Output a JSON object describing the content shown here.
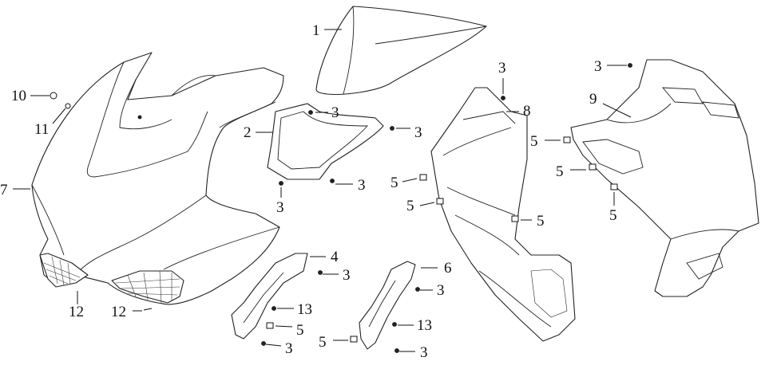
{
  "callouts": [
    {
      "key": "c1",
      "text": "1"
    },
    {
      "key": "c2",
      "text": "2"
    },
    {
      "key": "c3a",
      "text": "3"
    },
    {
      "key": "c3b",
      "text": "3"
    },
    {
      "key": "c3c",
      "text": "3"
    },
    {
      "key": "c3d",
      "text": "3"
    },
    {
      "key": "c3e",
      "text": "3"
    },
    {
      "key": "c3f",
      "text": "3"
    },
    {
      "key": "c3g",
      "text": "3"
    },
    {
      "key": "c3h",
      "text": "3"
    },
    {
      "key": "c3i",
      "text": "3"
    },
    {
      "key": "c3j",
      "text": "3"
    },
    {
      "key": "c4",
      "text": "4"
    },
    {
      "key": "c5a",
      "text": "5"
    },
    {
      "key": "c5b",
      "text": "5"
    },
    {
      "key": "c5c",
      "text": "5"
    },
    {
      "key": "c5d",
      "text": "5"
    },
    {
      "key": "c5e",
      "text": "5"
    },
    {
      "key": "c5f",
      "text": "5"
    },
    {
      "key": "c5g",
      "text": "5"
    },
    {
      "key": "c5h",
      "text": "5"
    },
    {
      "key": "c6",
      "text": "6"
    },
    {
      "key": "c7",
      "text": "7"
    },
    {
      "key": "c8",
      "text": "8"
    },
    {
      "key": "c9",
      "text": "9"
    },
    {
      "key": "c10",
      "text": "10"
    },
    {
      "key": "c11",
      "text": "11"
    },
    {
      "key": "c12a",
      "text": "12"
    },
    {
      "key": "c12b",
      "text": "12"
    },
    {
      "key": "c13a",
      "text": "13"
    },
    {
      "key": "c13b",
      "text": "13"
    }
  ]
}
